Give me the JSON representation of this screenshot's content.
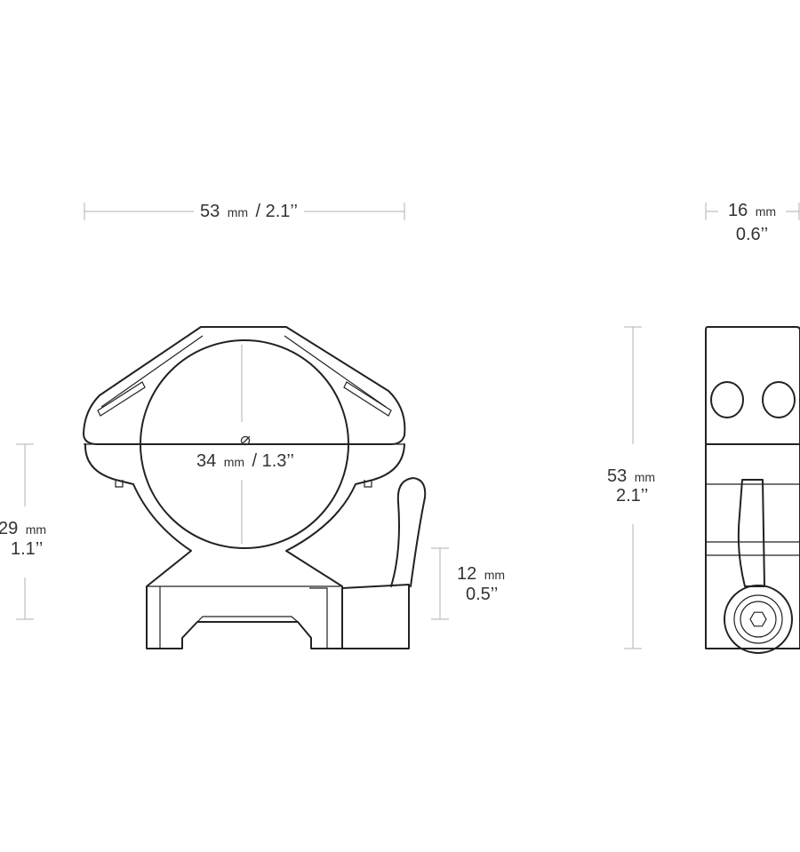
{
  "dimensions": {
    "width_front": {
      "value": "53",
      "unit": "mm",
      "imperial": "/ 2.1’’"
    },
    "width_side": {
      "value": "16",
      "unit": "mm",
      "imperial": "0.6’’"
    },
    "tube_diameter": {
      "symbol": "⌀",
      "value": "34",
      "unit": "mm",
      "imperial": "/ 1.3’’"
    },
    "center_height": {
      "value": "29",
      "unit": "mm",
      "imperial": "1.1’’"
    },
    "lever_height": {
      "value": "12",
      "unit": "mm",
      "imperial": "0.5’’"
    },
    "total_height": {
      "value": "53",
      "unit": "mm",
      "imperial": "2.1’’"
    }
  },
  "colors": {
    "outline": "#222222",
    "dimension_line": "#b0b0b0",
    "text": "#333333"
  }
}
